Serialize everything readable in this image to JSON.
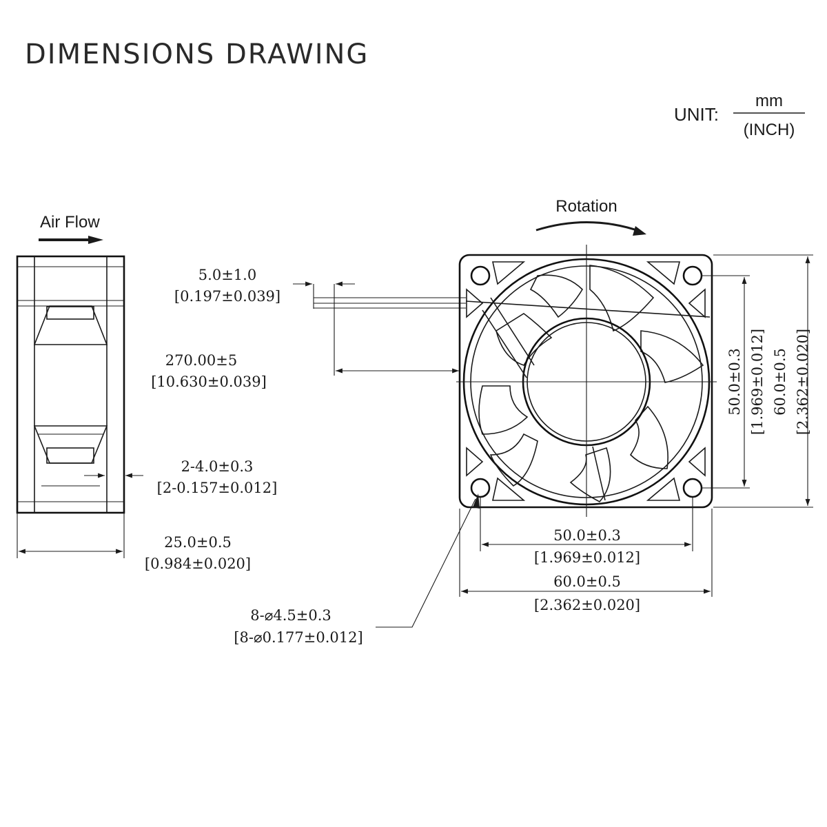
{
  "title": "DIMENSIONS DRAWING",
  "unit": {
    "label": "UNIT:",
    "numerator": "mm",
    "denominator": "(INCH)"
  },
  "side_view": {
    "airflow_label": "Air Flow"
  },
  "front_view": {
    "rotation_label": "Rotation"
  },
  "dimensions": {
    "lead_strip": {
      "mm": "5.0±1.0",
      "inch": "[0.197±0.039]"
    },
    "lead_length": {
      "mm": "270.00±5",
      "inch": "[10.630±0.039]"
    },
    "mount_slot": {
      "mm": "2-4.0±0.3",
      "inch": "[2-0.157±0.012]"
    },
    "depth": {
      "mm": "25.0±0.5",
      "inch": "[0.984±0.020]"
    },
    "holes": {
      "mm": "8-⌀4.5±0.3",
      "inch": "[8-⌀0.177±0.012]"
    },
    "hole_spacing_h": {
      "mm": "50.0±0.3",
      "inch": "[1.969±0.012]"
    },
    "frame_width": {
      "mm": "60.0±0.5",
      "inch": "[2.362±0.020]"
    },
    "hole_spacing_v": {
      "mm": "50.0±0.3",
      "inch": "[1.969±0.012]"
    },
    "frame_height": {
      "mm": "60.0±0.5",
      "inch": "[2.362±0.020]"
    }
  }
}
